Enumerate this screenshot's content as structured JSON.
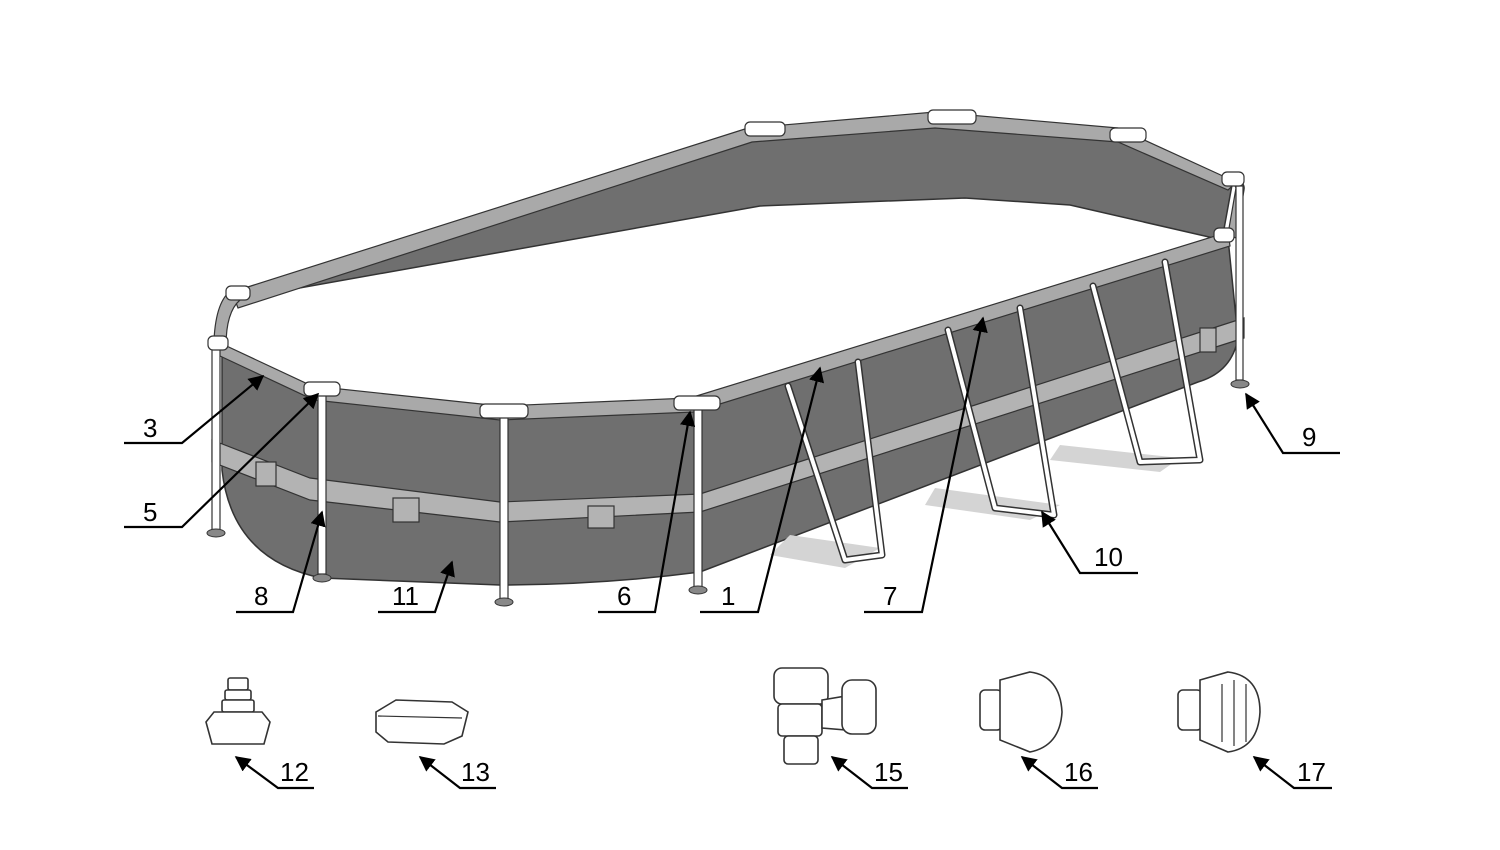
{
  "diagram": {
    "colors": {
      "wall": "#6f6f6f",
      "top_rail": "#a9a9a9",
      "belt": "#b3b3b3",
      "frame": "#ffffff",
      "outline": "#333333",
      "ladder_shadow": "#d4d4d4",
      "foot": "#888888"
    },
    "callouts": {
      "c1": "1",
      "c3": "3",
      "c5": "5",
      "c6": "6",
      "c7": "7",
      "c8": "8",
      "c9": "9",
      "c10": "10",
      "c11": "11",
      "c12": "12",
      "c13": "13",
      "c15": "15",
      "c16": "16",
      "c17": "17"
    }
  }
}
